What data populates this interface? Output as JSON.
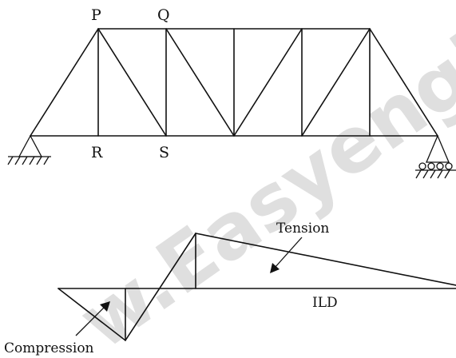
{
  "truss": {
    "node_labels": {
      "P": "P",
      "Q": "Q",
      "R": "R",
      "S": "S"
    }
  },
  "ild": {
    "tension_label": "Tension",
    "compression_label": "Compression",
    "ild_label": "ILD"
  },
  "watermark": {
    "text": "w.Easyengin"
  },
  "colors": {
    "line": "#111111",
    "watermark": "#b9b9b9",
    "background": "#ffffff"
  }
}
